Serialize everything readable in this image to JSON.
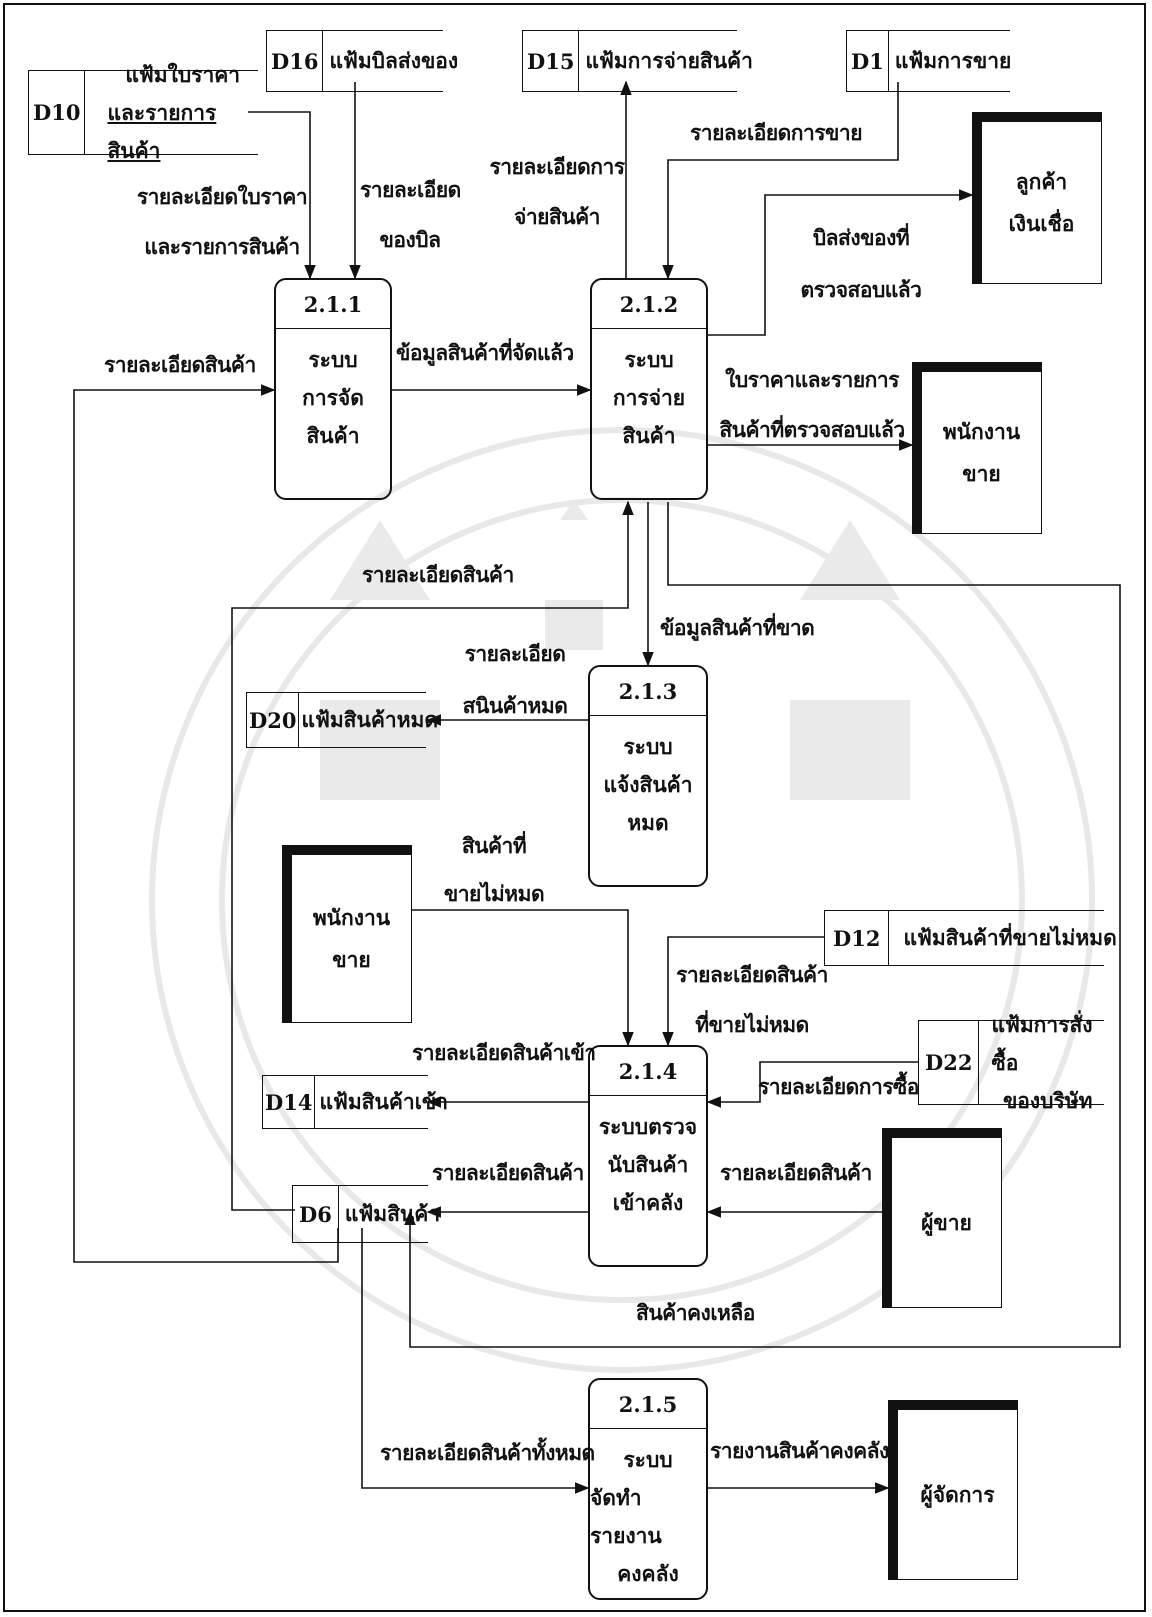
{
  "processes": [
    {
      "id": "2.1.1",
      "name": [
        "ระบบ",
        "การจัด",
        "สินค้า"
      ]
    },
    {
      "id": "2.1.2",
      "name": [
        "ระบบ",
        "การจ่าย",
        "สินค้า"
      ]
    },
    {
      "id": "2.1.3",
      "name": [
        "ระบบ",
        "แจ้งสินค้า",
        "หมด"
      ]
    },
    {
      "id": "2.1.4",
      "name": [
        "ระบบตรวจ",
        "นับสินค้า",
        "เข้าคลัง"
      ]
    },
    {
      "id": "2.1.5",
      "name": [
        "ระบบ",
        "จัดทำรายงาน",
        "คงคลัง"
      ]
    }
  ],
  "stores": {
    "d16": {
      "id": "D16",
      "name": "แฟ้มบิลส่งของ"
    },
    "d15": {
      "id": "D15",
      "name": "แฟ้มการจ่ายสินค้า"
    },
    "d1": {
      "id": "D1",
      "name": "แฟ้มการขาย"
    },
    "d10": {
      "id": "D10",
      "name1": "แฟ้มใบราคา",
      "name2": "และรายการสินค้า"
    },
    "d20": {
      "id": "D20",
      "name": "แฟ้มสินค้าหมด"
    },
    "d12": {
      "id": "D12",
      "name": "แฟ้มสินค้าที่ขายไม่หมด"
    },
    "d22": {
      "id": "D22",
      "name1": "แฟ้มการสั่งซื้อ",
      "name2": "ของบริษัท"
    },
    "d14": {
      "id": "D14",
      "name": "แฟ้มสินค้าเข้า"
    },
    "d6": {
      "id": "D6",
      "name": "แฟ้มสินค้า"
    }
  },
  "entities": {
    "credit_customer": [
      "ลูกค้า",
      "เงินเชื่อ"
    ],
    "sales_staff_right": [
      "พนักงาน",
      "ขาย"
    ],
    "sales_staff_left": [
      "พนักงาน",
      "ขาย"
    ],
    "vendor": [
      "ผู้ขาย"
    ],
    "manager": [
      "ผู้จัดการ"
    ]
  },
  "flows": {
    "quote_details": [
      "รายละเอียดใบราคา",
      "และรายการสินค้า"
    ],
    "bill_details": [
      "รายละเอียด",
      "ของบิล"
    ],
    "payment_details": [
      "รายละเอียดการ",
      "จ่ายสินค้า"
    ],
    "sales_details": "รายละเอียดการขาย",
    "checked_bill": [
      "บิลส่งของที่",
      "ตรวจสอบแล้ว"
    ],
    "product_details_in": "รายละเอียดสินค้า",
    "arranged_data": "ข้อมูลสินค้าที่จัดแล้ว",
    "checked_quote": [
      "ใบราคาและรายการ",
      "สินค้าที่ตรวจสอบแล้ว"
    ],
    "product_details_loop": "รายละเอียดสินค้า",
    "shortage_data": "ข้อมูลสินค้าที่ขาด",
    "out_of_stock_details": [
      "รายละเอียด",
      "สนินค้าหมด"
    ],
    "unsold": [
      "สินค้าที่",
      "ขายไม่หมด"
    ],
    "unsold_details": [
      "รายละเอียดสินค้า",
      "ที่ขายไม่หมด"
    ],
    "incoming_details": "รายละเอียดสินค้าเข้า",
    "purchase_details": "รายละเอียดการซื้อ",
    "product_details_d6": "รายละเอียดสินค้า",
    "product_details_vendor": "รายละเอียดสินค้า",
    "remaining": "สินค้าคงเหลือ",
    "all_products": "รายละเอียดสินค้าทั้งหมด",
    "stock_report": "รายงานสินค้าคงคลัง"
  }
}
